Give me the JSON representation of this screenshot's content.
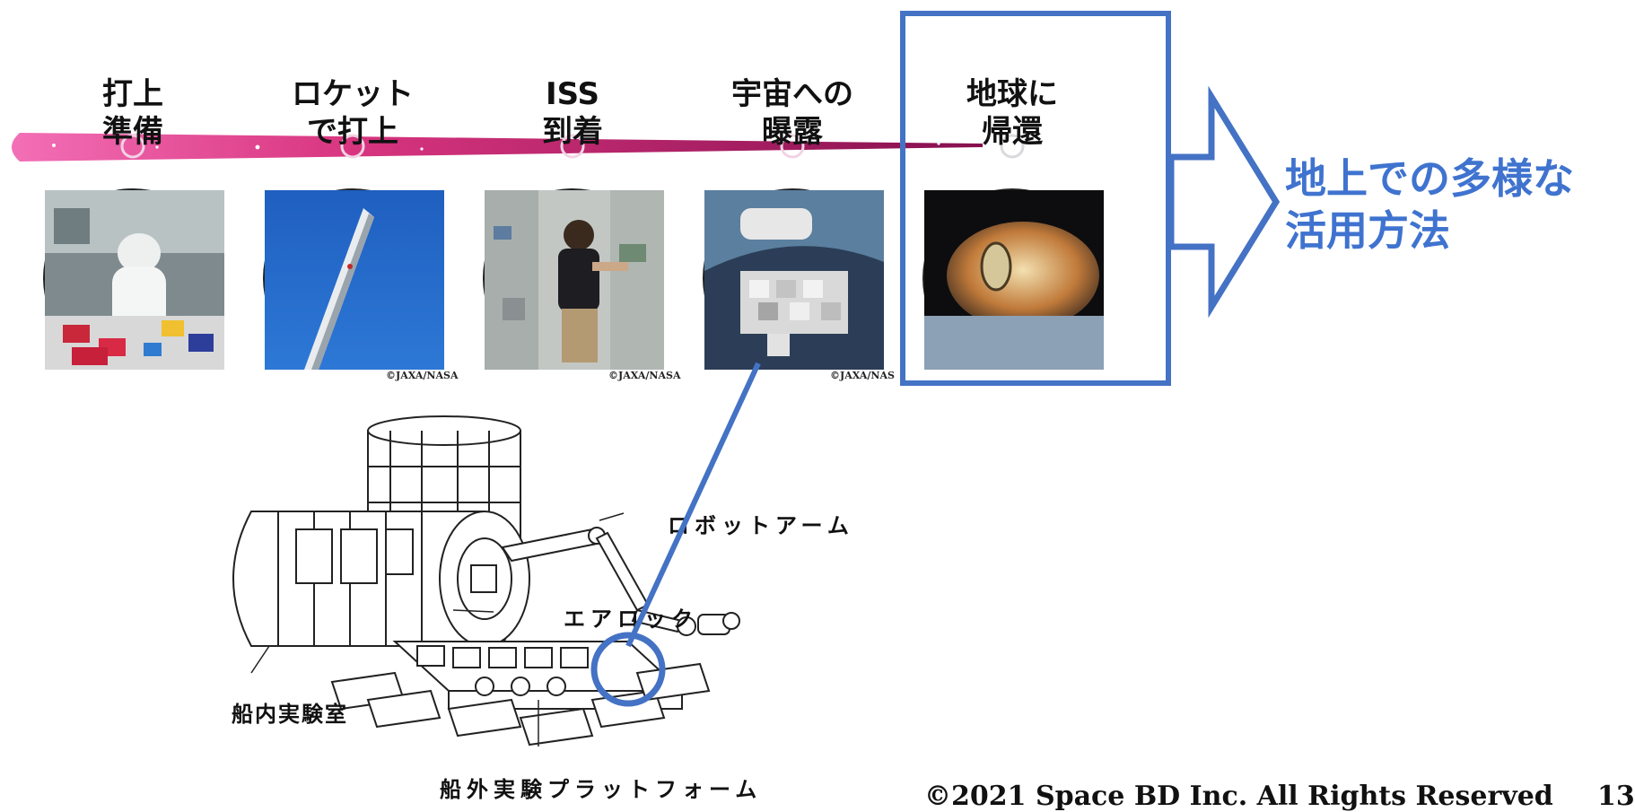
{
  "timeline": {
    "stages": [
      {
        "line1": "打上",
        "line2": "準備",
        "photo": "lab-preparation",
        "credit": ""
      },
      {
        "line1": "ロケット",
        "line2": "で打上",
        "photo": "rocket-launch",
        "credit": "©JAXA/NASA"
      },
      {
        "line1": "ISS",
        "line2": "到着",
        "photo": "iss-crew",
        "credit": "©JAXA/NASA"
      },
      {
        "line1": "宇宙への",
        "line2": "曝露",
        "photo": "exposed-facility",
        "credit": "©JAXA/NAS"
      },
      {
        "line1": "地球に",
        "line2": "帰還",
        "photo": "reentry-capsule",
        "credit": ""
      }
    ]
  },
  "cta": {
    "line1": "地上での多様な",
    "line2": "活用方法"
  },
  "diagram": {
    "labels": {
      "robot_arm": "ロボットアーム",
      "airlock": "エアロック",
      "pressurized_module": "船内実験室",
      "exposed_facility": "船外実験プラットフォーム"
    }
  },
  "footer": {
    "copyright": "©2021 Space BD Inc.   All Rights Reserved",
    "page": "13"
  },
  "colors": {
    "accent": "#3f73cf",
    "timeline_start": "#f04aa0",
    "timeline_end": "#8a1058"
  }
}
